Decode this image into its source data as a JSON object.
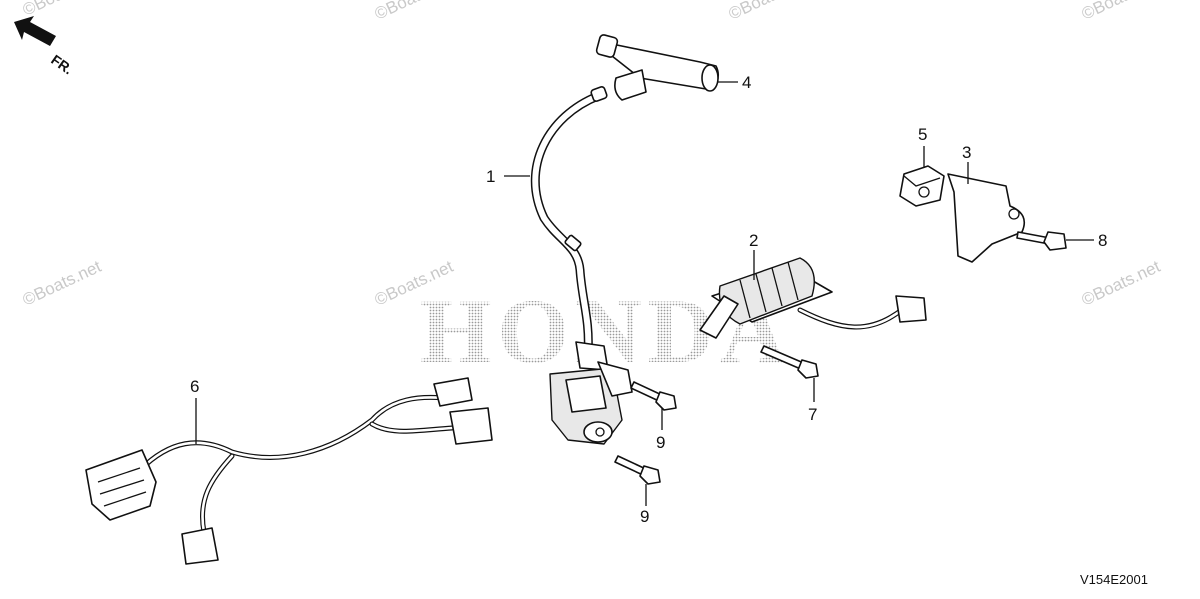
{
  "watermark_text": "©Boats.net",
  "brand_watermark": "HONDA",
  "direction_label": "FR.",
  "diagram_code": "V154E2001",
  "callouts": [
    {
      "id": "1",
      "label": "1"
    },
    {
      "id": "2",
      "label": "2"
    },
    {
      "id": "3",
      "label": "3"
    },
    {
      "id": "4",
      "label": "4"
    },
    {
      "id": "5",
      "label": "5"
    },
    {
      "id": "6",
      "label": "6"
    },
    {
      "id": "7",
      "label": "7"
    },
    {
      "id": "8",
      "label": "8"
    },
    {
      "id": "9a",
      "label": "9"
    },
    {
      "id": "9b",
      "label": "9"
    }
  ]
}
